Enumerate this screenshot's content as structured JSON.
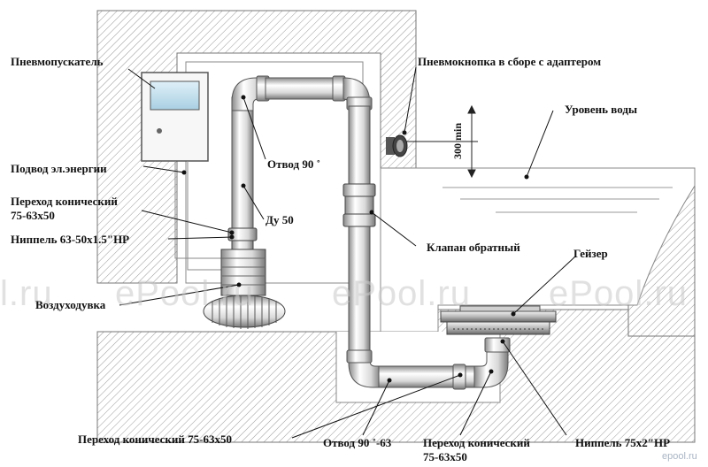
{
  "labels": {
    "pneumo_starter": "Пневмопускатель",
    "power_supply": "Подвод эл.энергии",
    "reducer_top_line1": "Переход конический",
    "reducer_top_line2": "75-63х50",
    "nipple_top": "Ниппель 63-50х1.5\"НР",
    "blower": "Воздуходувка",
    "elbow_top": "Отвод 90 ˚",
    "du50": "Ду 50",
    "pneumo_button": "Пневмокнопка в сборе  с адаптером",
    "water_level": "Уровень воды",
    "min_300": "300 min",
    "check_valve": "Клапан обратный",
    "geyser": "Гейзер",
    "reducer_bottom_left": "Переход конический 75-63х50",
    "elbow_bottom": "Отвод 90 ˚-63",
    "reducer_bottom_line1": "Переход конический",
    "reducer_bottom_line2": "75-63х50",
    "nipple_bottom": "Ниппель 75х2\"НР"
  },
  "watermarks": {
    "w1": "l.ru",
    "w2": "ePool.ru",
    "w3": "ePool.ru",
    "w4": "ePool.ru",
    "corner": "epool.ru"
  }
}
